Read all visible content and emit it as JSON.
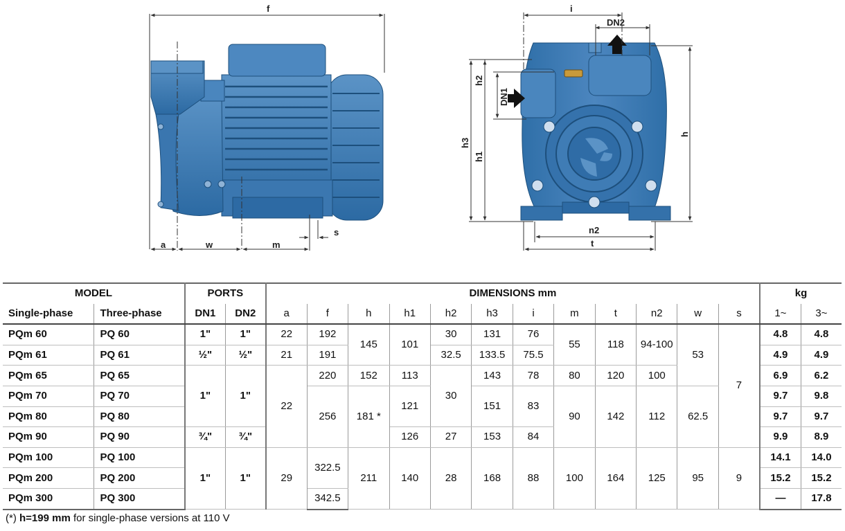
{
  "drawing_labels": {
    "side": {
      "f": "f",
      "a": "a",
      "w": "w",
      "m": "m",
      "s": "s"
    },
    "front": {
      "i": "i",
      "dn2": "DN2",
      "dn1": "DN1",
      "h2": "h2",
      "h3": "h3",
      "h1": "h1",
      "h": "h",
      "n2": "n2",
      "t": "t"
    }
  },
  "colors": {
    "pump_blue": "#2f6fa8",
    "pump_dark": "#1d4f7c",
    "pump_light": "#5b93c6",
    "line": "#333333"
  },
  "table": {
    "group_headers": {
      "model": "MODEL",
      "ports": "PORTS",
      "dimensions": "DIMENSIONS mm",
      "weight": "kg"
    },
    "sub_headers": {
      "single": "Single-phase",
      "three": "Three-phase",
      "dn1": "DN1",
      "dn2": "DN2",
      "a": "a",
      "f": "f",
      "h": "h",
      "h1": "h1",
      "h2": "h2",
      "h3": "h3",
      "i": "i",
      "m": "m",
      "t": "t",
      "n2": "n2",
      "w": "w",
      "s": "s",
      "kg1": "1~",
      "kg3": "3~"
    },
    "models": [
      {
        "single": "PQm 60",
        "three": "PQ 60",
        "kg1": "4.8",
        "kg3": "4.8"
      },
      {
        "single": "PQm 61",
        "three": "PQ 61",
        "kg1": "4.9",
        "kg3": "4.9"
      },
      {
        "single": "PQm 65",
        "three": "PQ 65",
        "kg1": "6.9",
        "kg3": "6.2"
      },
      {
        "single": "PQm 70",
        "three": "PQ 70",
        "kg1": "9.7",
        "kg3": "9.8"
      },
      {
        "single": "PQm 80",
        "three": "PQ 80",
        "kg1": "9.7",
        "kg3": "9.7"
      },
      {
        "single": "PQm 90",
        "three": "PQ 90",
        "kg1": "9.9",
        "kg3": "8.9"
      },
      {
        "single": "PQm 100",
        "three": "PQ 100",
        "kg1": "14.1",
        "kg3": "14.0"
      },
      {
        "single": "PQm 200",
        "three": "PQ 200",
        "kg1": "15.2",
        "kg3": "15.2"
      },
      {
        "single": "PQm 300",
        "three": "PQ 300",
        "kg1": "—",
        "kg3": "17.8"
      }
    ],
    "values": {
      "r1_dn1": "1\"",
      "r1_dn2": "1\"",
      "r2_dn1": "½\"",
      "r2_dn2": "½\"",
      "r3_dn1": "1\"",
      "r3_dn2": "1\"",
      "r6_dn1": "¾\"",
      "r6_dn2": "¾\"",
      "r7_dn1": "1\"",
      "r7_dn2": "1\"",
      "r1_a": "22",
      "r2_a": "21",
      "r3_a": "22",
      "r7_a": "29",
      "r1_f": "192",
      "r2_f": "191",
      "r3_f": "220",
      "r4_f": "256",
      "r7_f": "322.5",
      "r9_f": "342.5",
      "r1_h": "145",
      "r3_h": "152",
      "r4_h": "181 *",
      "r7_h": "211",
      "r1_h1": "101",
      "r3_h1": "113",
      "r4_h1": "121",
      "r6_h1": "126",
      "r7_h1": "140",
      "r1_h2": "30",
      "r2_h2": "32.5",
      "r3_h2": "30",
      "r6_h2": "27",
      "r7_h2": "28",
      "r1_h3": "131",
      "r2_h3": "133.5",
      "r3_h3": "143",
      "r4_h3": "151",
      "r6_h3": "153",
      "r7_h3": "168",
      "r1_i": "76",
      "r2_i": "75.5",
      "r3_i": "78",
      "r4_i": "83",
      "r6_i": "84",
      "r7_i": "88",
      "r1_m": "55",
      "r3_m": "80",
      "r4_m": "90",
      "r7_m": "100",
      "r1_t": "118",
      "r3_t": "120",
      "r4_t": "142",
      "r7_t": "164",
      "r1_n2": "94-100",
      "r3_n2": "100",
      "r4_n2": "112",
      "r7_n2": "125",
      "r1_w": "53",
      "r4_w": "62.5",
      "r7_w": "95",
      "r1_s": "7",
      "r7_s": "9"
    }
  },
  "footnote": {
    "prefix": "(*) ",
    "bold": "h=199 mm",
    "rest": " for single-phase versions at 110 V"
  }
}
